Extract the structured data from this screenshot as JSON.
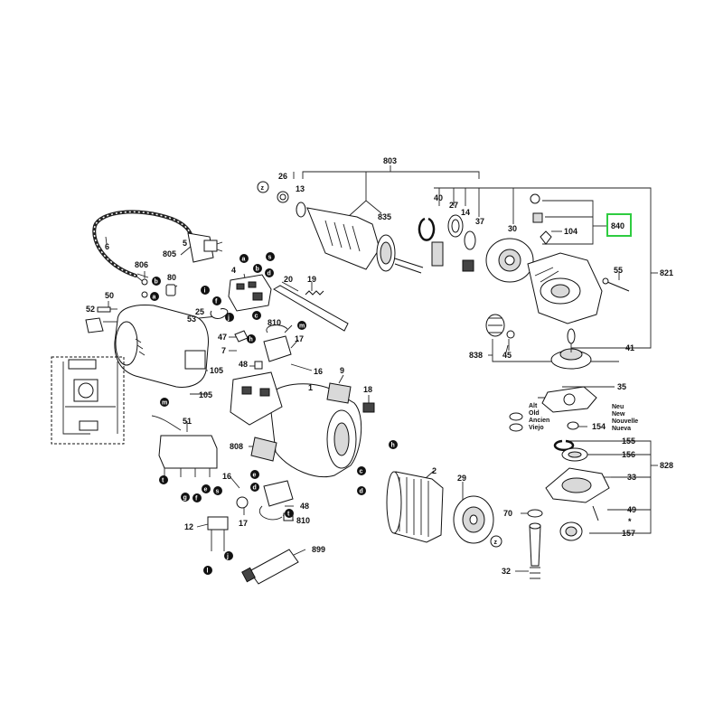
{
  "diagram": {
    "highlight_label": "840",
    "highlight_color": "#2ecc40",
    "part_numbers": {
      "p803": "803",
      "p26": "26",
      "p13": "13",
      "p835": "835",
      "p40": "40",
      "p27": "27",
      "p14": "14",
      "p37": "37",
      "p30": "30",
      "p840": "840",
      "p104": "104",
      "p821": "821",
      "p55": "55",
      "p41": "41",
      "p838": "838",
      "p45": "45",
      "p6": "6",
      "p5": "5",
      "p805": "805",
      "p806": "806",
      "p80": "80",
      "p4": "4",
      "p20": "20",
      "p19": "19",
      "p50": "50",
      "p52": "52",
      "p25": "25",
      "p53": "53",
      "p810a": "810",
      "p17a": "17",
      "p47": "47",
      "p48a": "48",
      "p7": "7",
      "p16a": "16",
      "p105a": "105",
      "p105b": "105",
      "p9": "9",
      "p1": "1",
      "p18": "18",
      "p35": "35",
      "p154": "154",
      "p155": "155",
      "p156": "156",
      "p828": "828",
      "p33": "33",
      "p49": "49",
      "p157": "157",
      "p70": "70",
      "p32": "32",
      "p51": "51",
      "p808": "808",
      "p2": "2",
      "p29": "29",
      "p16b": "16",
      "p48b": "48",
      "p17b": "17",
      "p810b": "810",
      "p12": "12",
      "p899": "899"
    },
    "marker_letters": {
      "z1": "z",
      "z2": "z",
      "b1": "b",
      "a1": "a",
      "a2": "a",
      "b2": "b",
      "s1": "s",
      "d1": "d",
      "i1": "i",
      "f1": "f",
      "j1": "j",
      "c1": "c",
      "h1": "h",
      "m1": "m",
      "m2": "m",
      "t1": "t",
      "g1": "g",
      "f2": "f",
      "e1": "e",
      "s2": "s",
      "h2": "h",
      "c2": "c",
      "d2": "d",
      "e2": "e",
      "d3": "d",
      "t2": "t",
      "l1": "l",
      "j2": "j"
    },
    "version_note": {
      "alt_lines": [
        "Alt",
        "Old",
        "Ancien",
        "Viejo"
      ],
      "new_lines": [
        "Neu",
        "New",
        "Nouvelle",
        "Nueva"
      ]
    },
    "asterisk": "*"
  }
}
